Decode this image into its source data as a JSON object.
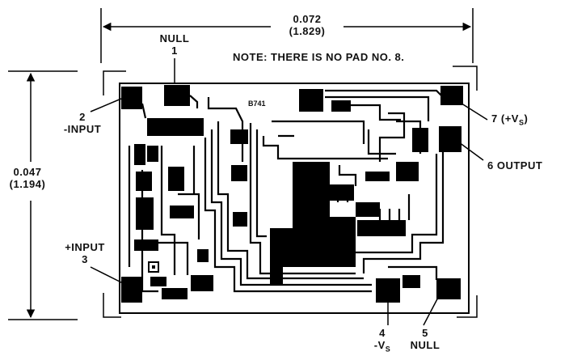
{
  "dimensions": {
    "width_inch": "0.072",
    "width_mm": "(1.829)",
    "height_inch": "0.047",
    "height_mm": "(1.194)"
  },
  "note": "NOTE:  THERE IS NO PAD NO. 8.",
  "chip_id": "B741",
  "pads": {
    "p1": {
      "number": "1",
      "name": "NULL"
    },
    "p2": {
      "number": "2",
      "name": "-INPUT"
    },
    "p3": {
      "number": "3",
      "name": "+INPUT"
    },
    "p4": {
      "number": "4",
      "name": "-V",
      "sub": "S"
    },
    "p5": {
      "number": "5",
      "name": "NULL"
    },
    "p6": {
      "number": "6",
      "name": "OUTPUT"
    },
    "p7": {
      "number": "7",
      "name": "(+V",
      "sub": "S",
      "tail": ")"
    }
  },
  "colors": {
    "ink": "#000000",
    "paper": "#ffffff"
  }
}
